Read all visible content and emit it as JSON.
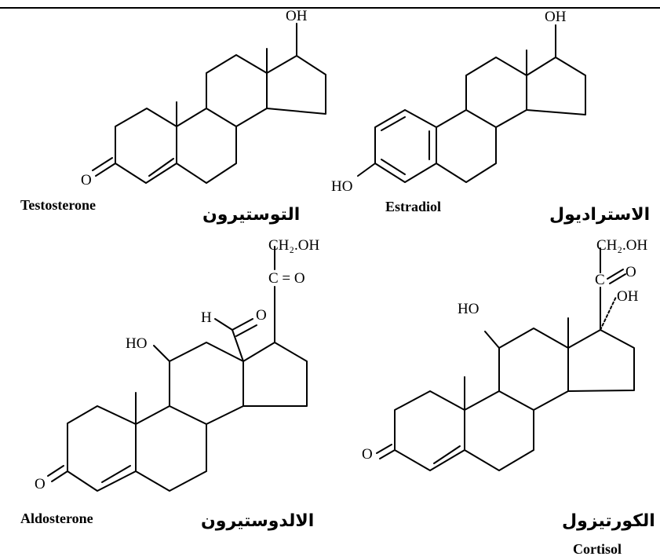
{
  "molecules": {
    "testosterone": {
      "name_en": "Testosterone",
      "name_ar": "التوستيرون",
      "labels": {
        "oh": "OH",
        "o": "O"
      }
    },
    "estradiol": {
      "name_en": "Estradiol",
      "name_ar": "الاستراديول",
      "labels": {
        "oh": "OH",
        "ho": "HO"
      }
    },
    "aldosterone": {
      "name_en": "Aldosterone",
      "name_ar": "الالدوستيرون",
      "labels": {
        "ch2oh": "CH₂.OH",
        "co": "C = O",
        "h": "H",
        "ald_o": "O",
        "ho": "HO",
        "o": "O"
      }
    },
    "cortisol": {
      "name_en": "Cortisol",
      "name_ar": "الكورتيزول",
      "labels": {
        "ch2oh": "CH₂.OH",
        "c": "C",
        "co_o": "O",
        "oh": "OH",
        "ho": "HO",
        "o": "O"
      }
    }
  },
  "colors": {
    "ink": "#000000",
    "background": "#ffffff"
  }
}
